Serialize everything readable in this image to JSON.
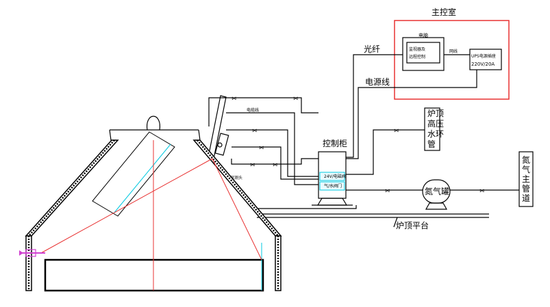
{
  "labels": {
    "control_room": "主控室",
    "computer": "电脑",
    "monitor": "监视器及\n远程控制",
    "network": "网线",
    "ups": "UPS电源插座",
    "ups_spec": "220V/20A",
    "fiber": "光纤",
    "power_cable": "电源线",
    "control_cabinet": "控制柜",
    "furnace_water": "炉顶\n高压\n水环\n管",
    "nitrogen_tank": "氮气罐",
    "nitrogen_main": "氮\n气\n主\n管\n道",
    "furnace_platform": "炉顶平台",
    "cable_label": "电缆线",
    "probe_label": "至探测头",
    "cabinet_row1": "24V/电磁阀",
    "cabinet_row2": "气/水阀门"
  },
  "colors": {
    "line": "#000000",
    "control_room_border": "#e83030",
    "laser_ray": "#e83030",
    "cyan_accent": "#00c8e0",
    "nozzle": "#d040d0"
  }
}
